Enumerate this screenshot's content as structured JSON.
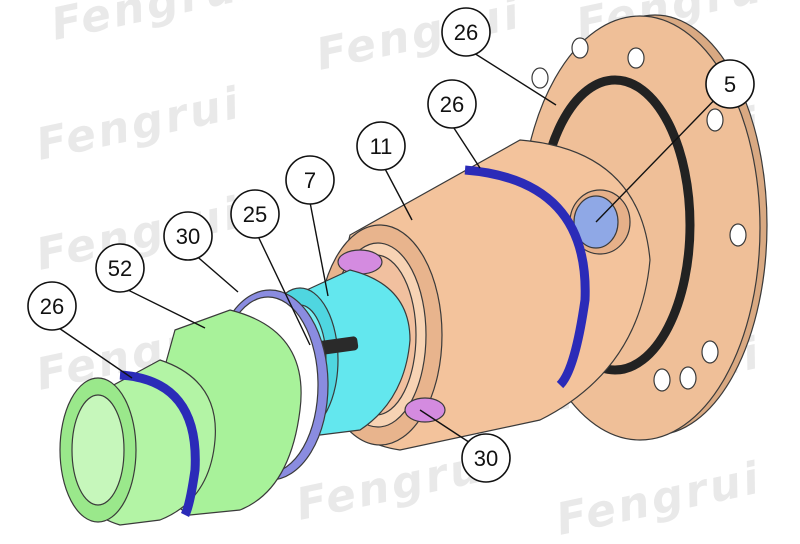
{
  "watermark": "Fengrui",
  "callouts": {
    "top_flange_seal": "26",
    "spring_5": "5",
    "body_seal": "26",
    "housing_11": "11",
    "rotor_7": "7",
    "pin_25": "25",
    "washer_30_left": "30",
    "nut_52": "52",
    "front_seal": "26",
    "washer_30_bottom": "30"
  },
  "colors": {
    "housing": "#f3c39c",
    "flange": "#efbf98",
    "rotor": "#63e7ee",
    "nut": "#a8f29a",
    "seal": "#2b2bb8",
    "washer": "#8a8ce0",
    "black_seal": "#222222",
    "pin": "#2a2a2a"
  }
}
